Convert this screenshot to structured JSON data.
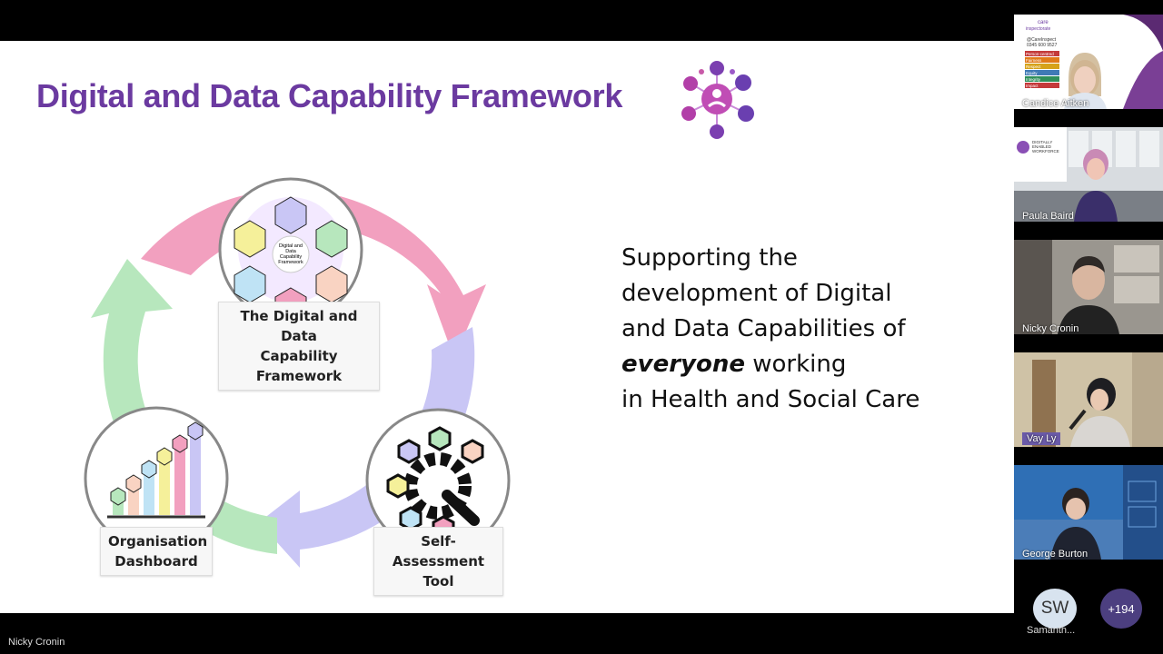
{
  "slide": {
    "title": "Digital and Data Capability Framework",
    "center_label_line1": "The Digital and Data",
    "center_label_line2": "Capability Framework",
    "dashboard_label_line1": "Organisation",
    "dashboard_label_line2": "Dashboard",
    "selfassess_label_line1": "Self-Assessment",
    "selfassess_label_line2": "Tool",
    "hub_text_1": "Digital and",
    "hub_text_2": "Data",
    "hub_text_3": "Capability",
    "hub_text_4": "Framework",
    "support_line1": "Supporting the",
    "support_line2": "development of Digital",
    "support_line3": "and Data Capabilities of",
    "support_em": "everyone",
    "support_line4_rest": " working",
    "support_line5": "in Health and Social Care"
  },
  "participants": [
    {
      "name": "Candice Aitken"
    },
    {
      "name": "Paula Baird"
    },
    {
      "name": "Nicky Cronin"
    },
    {
      "name": "Vay Ly"
    },
    {
      "name": "George Burton"
    }
  ],
  "tile1_badge": {
    "org_line1": "care",
    "org_line2": "inspectorate",
    "handle": "@CareInspect",
    "phone": "0345 600 9527",
    "values": [
      "Person-centred",
      "Fairness",
      "Respect",
      "Equity",
      "Integrity",
      "Impact"
    ]
  },
  "tile2_badge": {
    "line1": "DIGITALLY",
    "line2": "ENABLED",
    "line3": "WORKFORCE"
  },
  "overflow": {
    "avatar_initials": "SW",
    "avatar_name": "Samanth...",
    "more_count": "+194"
  },
  "active_speaker": "Nicky Cronin",
  "colors": {
    "title_purple": "#6b3aa0",
    "arrow_pink": "#f2a0bf",
    "arrow_lavender": "#c9c6f5",
    "arrow_green": "#b7e7bd"
  }
}
